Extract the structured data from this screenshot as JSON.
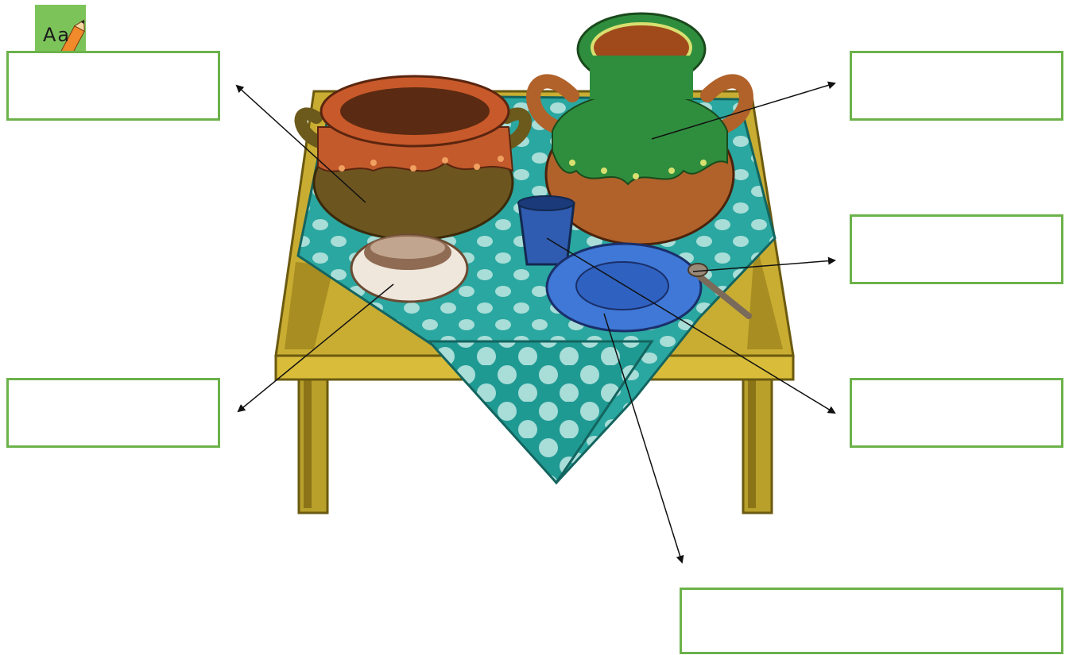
{
  "worksheet": {
    "badge": {
      "text": "Aa",
      "icon": "pencil-icon",
      "color": "#7cc35a"
    },
    "accent_color": "#6cb24b",
    "answer_boxes": [
      {
        "id": "top-left",
        "value": ""
      },
      {
        "id": "mid-left",
        "value": ""
      },
      {
        "id": "top-right",
        "value": ""
      },
      {
        "id": "mid-right",
        "value": ""
      },
      {
        "id": "low-right",
        "value": ""
      },
      {
        "id": "bottom",
        "value": ""
      }
    ],
    "illustration": {
      "objects": [
        "clay-pot",
        "green-clay-jar",
        "white-bowl",
        "blue-cup",
        "blue-plate",
        "wooden-spoon",
        "polka-dot-tablecloth",
        "wooden-table"
      ]
    }
  }
}
